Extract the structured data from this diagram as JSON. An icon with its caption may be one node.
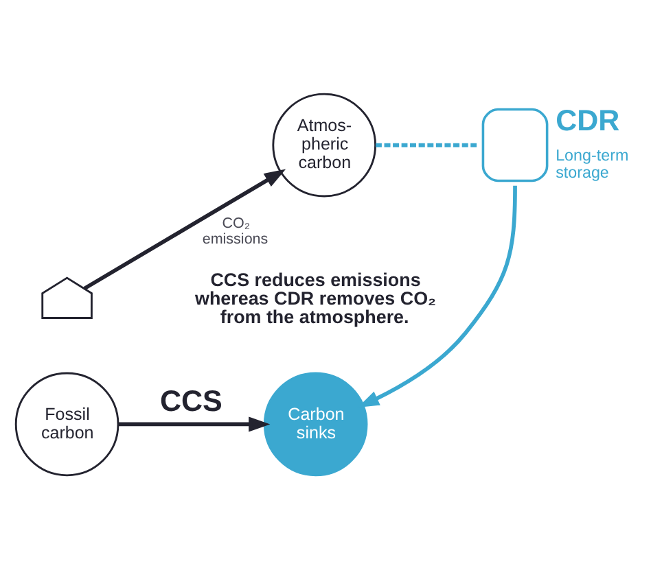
{
  "diagram": {
    "nodes": [
      {
        "text": [
          "Atmos- pheric carbon"
        ]
      },
      {
        "text": [],
        "shape": "cloud",
        "beside": [
          "CDR",
          "Long-term storage"
        ]
      },
      {
        "text": [],
        "shape": "picture"
      },
      {
        "text": [
          "Fossil carbon"
        ]
      },
      {
        "text": [
          "Carbon sinks"
        ]
      }
    ],
    "edges": [
      {
        "from": 2,
        "to": 0,
        "arrow": "to",
        "label": "CO₂ emissions"
      },
      {
        "from": 0,
        "to": 1,
        "arrow": "none",
        "style": "dashed",
        "color": "#3ba8d0"
      },
      {
        "from": 1,
        "to": 4,
        "arrow": "to",
        "color": "#3ba8d0"
      },
      {
        "from": 3,
        "to": 4,
        "arrow": "to",
        "label": "CCS"
      }
    ],
    "labels": [
      "CCS reduces emissions whereas CDR removes CO₂ from the atmosphere."
    ]
  }
}
